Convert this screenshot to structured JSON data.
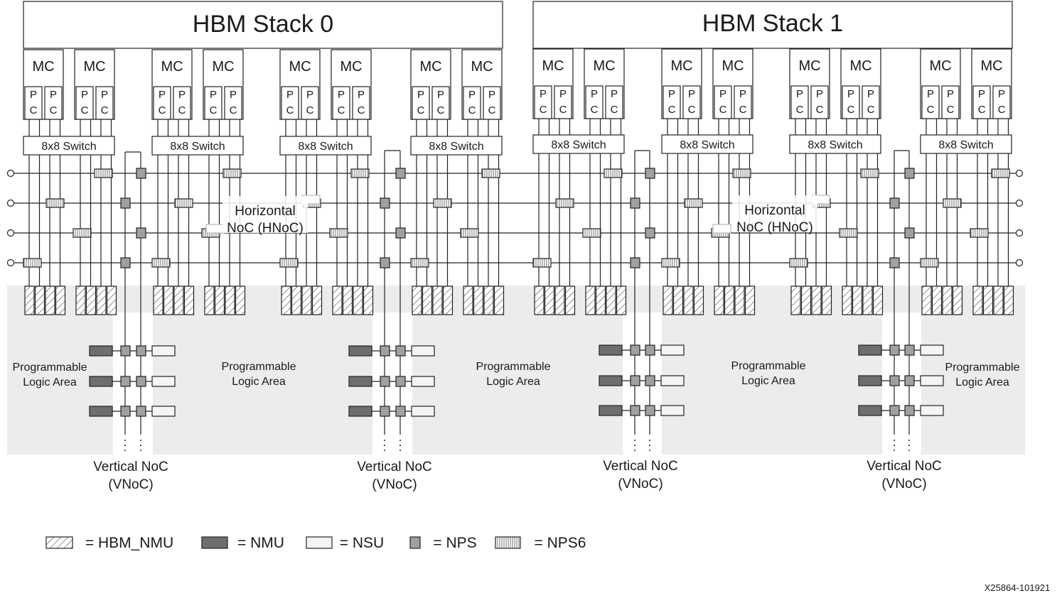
{
  "stacks": [
    {
      "title": "HBM Stack 0"
    },
    {
      "title": "HBM Stack 1"
    }
  ],
  "labels": {
    "mc": "MC",
    "pc_p": "P",
    "pc_c": "C",
    "switch": "8x8 Switch",
    "hnoc_line1": "Horizontal",
    "hnoc_line2": "NoC (HNoC)",
    "vnoc_line1": "Vertical NoC",
    "vnoc_line2": "(VNoC)",
    "pl_line1": "Programmable",
    "pl_line2": "Logic Area"
  },
  "legend": [
    {
      "key": "hbm_nmu",
      "text": "= HBM_NMU"
    },
    {
      "key": "nmu",
      "text": "= NMU"
    },
    {
      "key": "nsu",
      "text": "= NSU"
    },
    {
      "key": "nps",
      "text": "= NPS"
    },
    {
      "key": "nps6",
      "text": "= NPS6"
    }
  ],
  "figure_id": "X25864-101921",
  "colors": {
    "nmu": "#6e6e6e",
    "nps": "#a0a0a0",
    "nsu": "#f4f4f4",
    "pl_area": "#ececec",
    "line": "#222222"
  }
}
